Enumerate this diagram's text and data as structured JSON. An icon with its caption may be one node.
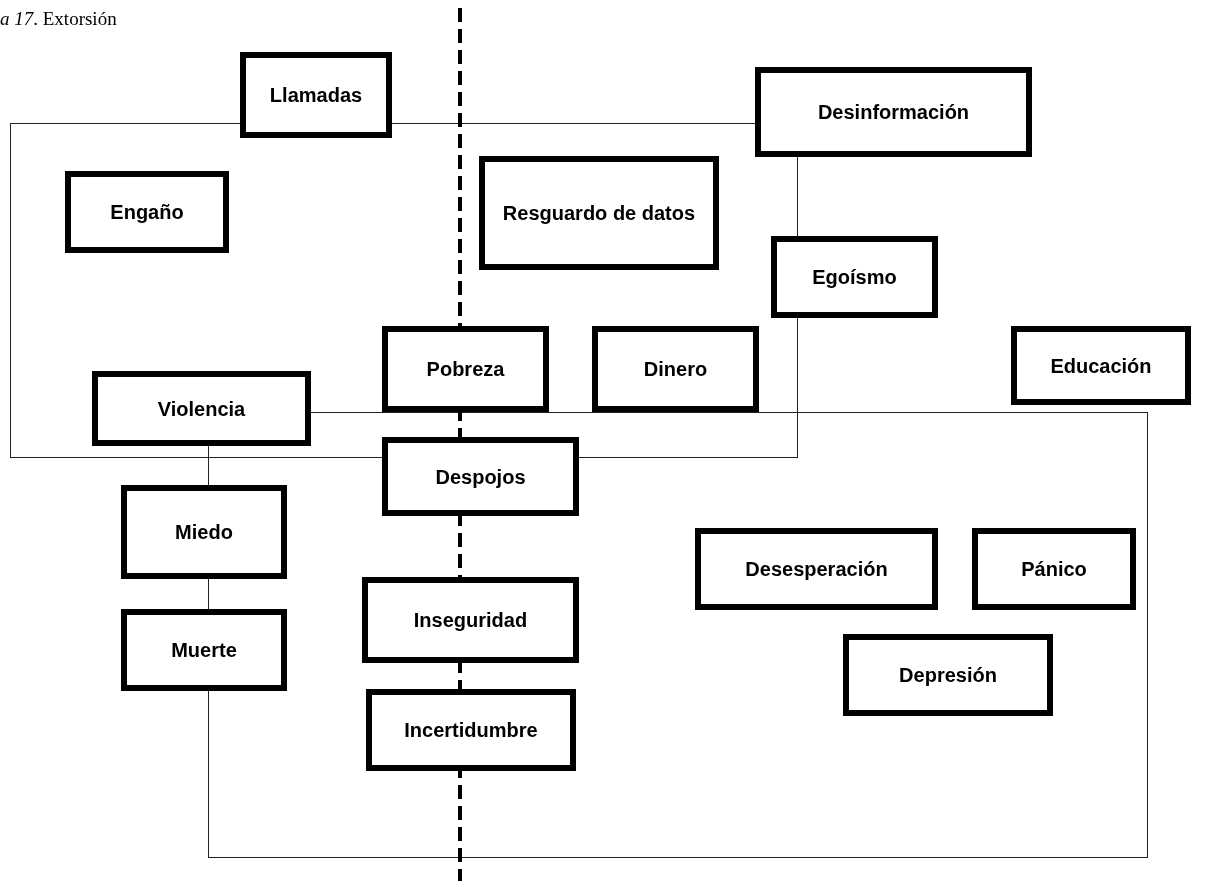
{
  "diagram": {
    "title": "*a 17*. Extorsión",
    "nodes": [
      {
        "text": [],
        "shape": "box"
      },
      {
        "text": [
          "Llamadas"
        ]
      },
      {
        "text": [
          "Desinformación"
        ]
      },
      {
        "text": [
          "Engaño"
        ],
        "in": 0
      },
      {
        "text": [
          "Resguardo de datos"
        ],
        "in": 0
      },
      {
        "text": [
          "Egoísmo"
        ]
      },
      {
        "text": [
          "Pobreza"
        ],
        "in": 0
      },
      {
        "text": [
          "Dinero"
        ],
        "in": 0
      },
      {
        "text": [
          "Educación"
        ]
      },
      {
        "text": [
          "Violencia"
        ],
        "in": 0
      },
      {
        "text": [],
        "shape": "box"
      },
      {
        "text": [
          "Despojos"
        ],
        "in": 10
      },
      {
        "text": [
          "Miedo"
        ]
      },
      {
        "text": [
          "Desesperación"
        ],
        "in": 10
      },
      {
        "text": [
          "Pánico"
        ],
        "in": 10
      },
      {
        "text": [
          "Inseguridad"
        ],
        "in": 10
      },
      {
        "text": [
          "Muerte"
        ]
      },
      {
        "text": [
          "Depresión"
        ],
        "in": 10
      },
      {
        "text": [
          "Incertidumbre"
        ],
        "in": 10
      }
    ]
  }
}
